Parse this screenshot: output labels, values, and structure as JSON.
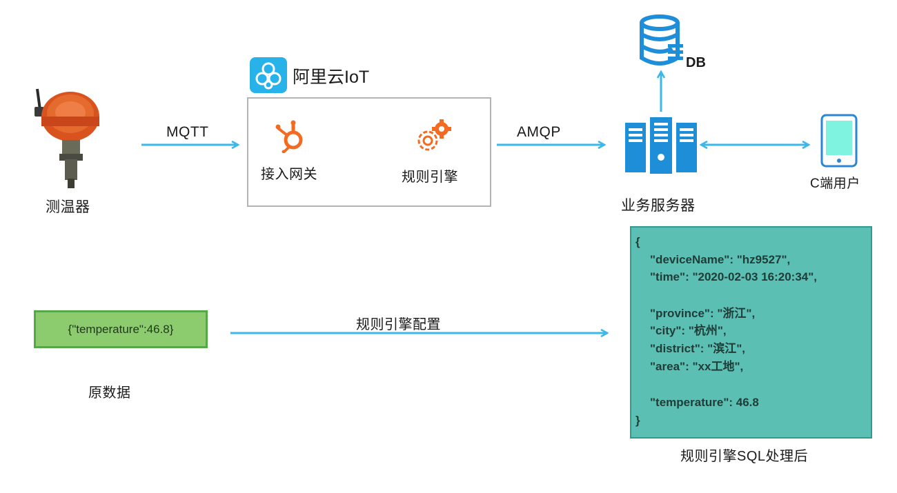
{
  "nodes": {
    "thermometer_label": "测温器",
    "aliyun_title": "阿里云IoT",
    "gateway_label": "接入网关",
    "rule_engine_label": "规则引擎",
    "business_server_label": "业务服务器",
    "db_label": "DB",
    "client_label": "C端用户"
  },
  "edges": {
    "mqtt_label": "MQTT",
    "amqp_label": "AMQP",
    "rule_config_label": "规则引擎配置"
  },
  "raw_data": {
    "value": "{\"temperature\":46.8}",
    "caption": "原数据"
  },
  "processed_data": {
    "open_brace": "{",
    "lines_a": [
      "\"deviceName\": \"hz9527\",",
      "\"time\": \"2020-02-03 16:20:34\","
    ],
    "lines_b": [
      "\"province\": \"浙江\",",
      "\"city\": \"杭州\",",
      "\"district\": \"滨江\",",
      "\"area\": \"xx工地\","
    ],
    "lines_c": [
      "\"temperature\": 46.8"
    ],
    "close_brace": "}",
    "caption": "规则引擎SQL处理后"
  },
  "colors": {
    "arrow": "#3bb7ea",
    "accent_orange": "#f26b21",
    "server_blue": "#1e8ed8",
    "raw_box": "#8dcb6f",
    "json_box": "#5cbfb4"
  }
}
